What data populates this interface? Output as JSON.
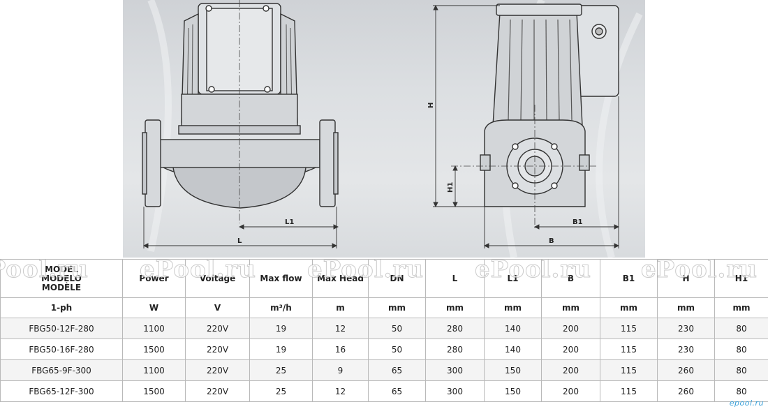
{
  "drawing": {
    "side_labels": {
      "l1": "L1",
      "l": "L"
    },
    "front_labels": {
      "h": "H",
      "h1": "H1",
      "b1": "B1",
      "b": "B"
    }
  },
  "table": {
    "model_header": [
      "MODEL",
      "MODELO",
      "MODÈLE"
    ],
    "columns": [
      "Power",
      "Voltage",
      "Max flow",
      "Max Head",
      "DN",
      "L",
      "L1",
      "B",
      "B1",
      "H",
      "H1"
    ],
    "units_label": "1-ph",
    "units": [
      "W",
      "V",
      "m³/h",
      "m",
      "mm",
      "mm",
      "mm",
      "mm",
      "mm",
      "mm",
      "mm"
    ],
    "rows": [
      {
        "model": "FBG50-12F-280",
        "values": [
          "1100",
          "220V",
          "19",
          "12",
          "50",
          "280",
          "140",
          "200",
          "115",
          "230",
          "80"
        ]
      },
      {
        "model": "FBG50-16F-280",
        "values": [
          "1500",
          "220V",
          "19",
          "16",
          "50",
          "280",
          "140",
          "200",
          "115",
          "230",
          "80"
        ]
      },
      {
        "model": "FBG65-9F-300",
        "values": [
          "1100",
          "220V",
          "25",
          "9",
          "65",
          "300",
          "150",
          "200",
          "115",
          "260",
          "80"
        ]
      },
      {
        "model": "FBG65-12F-300",
        "values": [
          "1500",
          "220V",
          "25",
          "12",
          "65",
          "300",
          "150",
          "200",
          "115",
          "260",
          "80"
        ]
      }
    ]
  },
  "watermark": "ePool.ru",
  "corner_logo": "epool.ru"
}
